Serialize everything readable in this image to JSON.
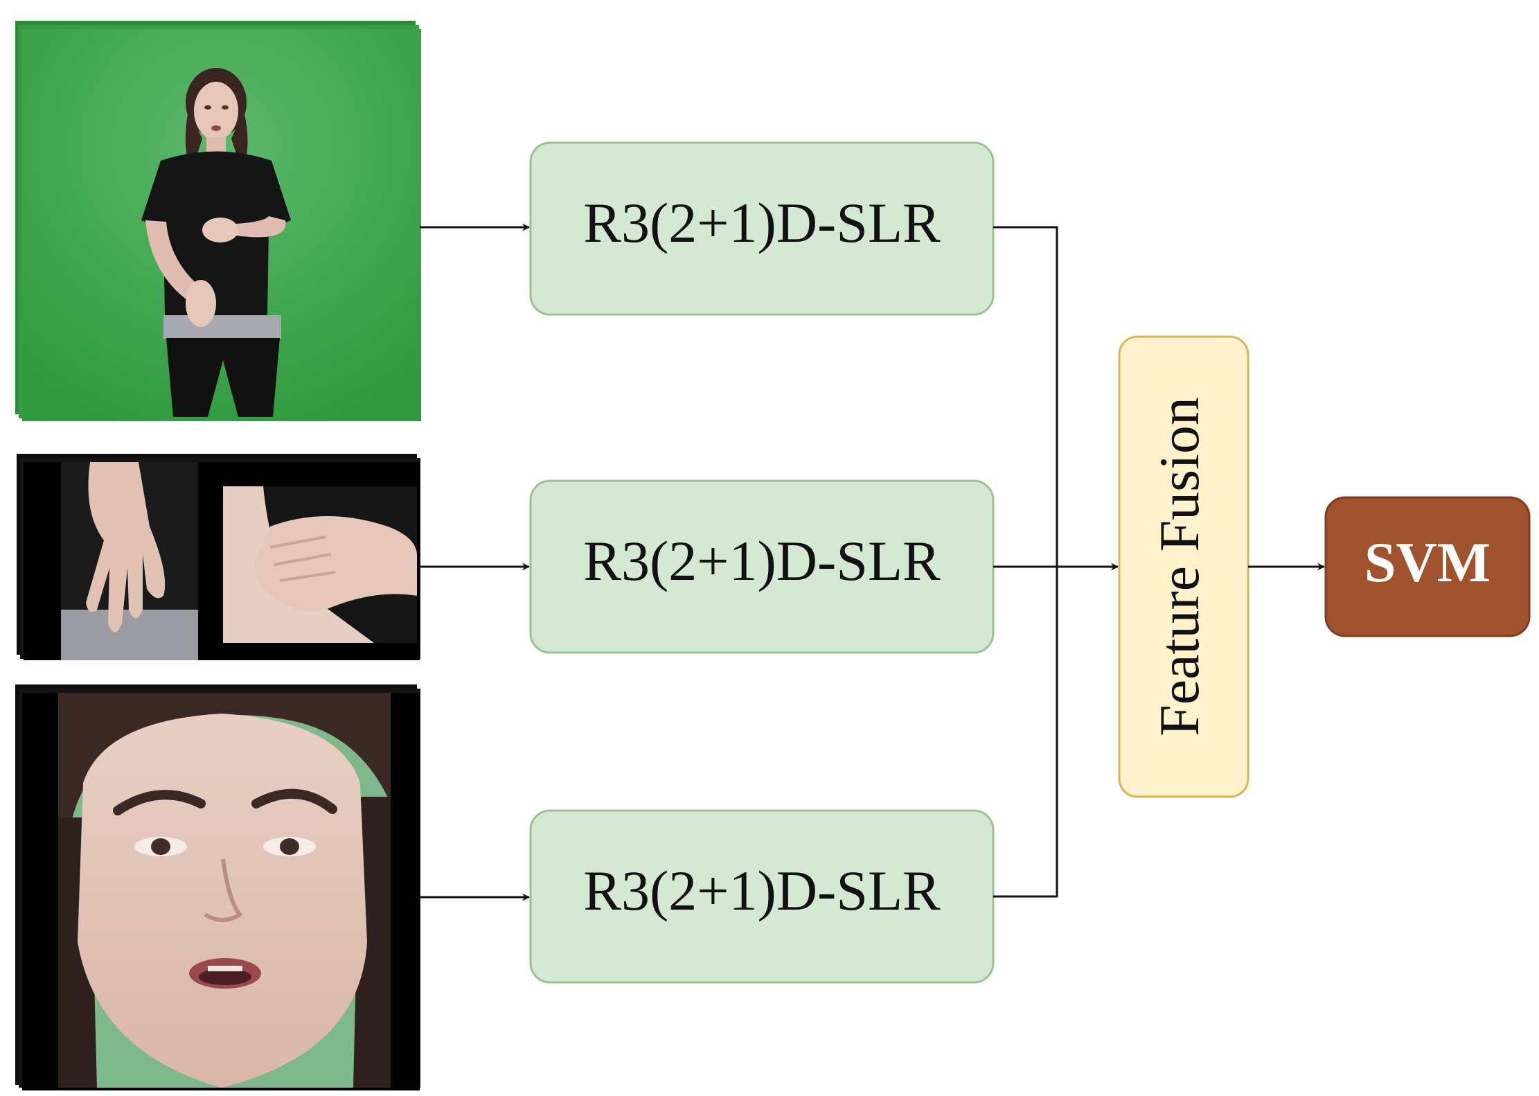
{
  "nodes": {
    "slr_top": {
      "label": "R3(2+1)D-SLR"
    },
    "slr_middle": {
      "label": "R3(2+1)D-SLR"
    },
    "slr_bottom": {
      "label": "R3(2+1)D-SLR"
    },
    "fusion": {
      "label": "Feature Fusion"
    },
    "svm": {
      "label": "SVM"
    }
  },
  "inputs": [
    {
      "kind": "full-body-frames",
      "icon": "signer-full-body-frames"
    },
    {
      "kind": "hand-crop-frames",
      "icon": "hand-crops-frames"
    },
    {
      "kind": "face-crop-frames",
      "icon": "face-crop-frames"
    }
  ],
  "colors": {
    "slr_fill": "#d5e8d4",
    "slr_stroke": "#9cc08f",
    "fusion_fill": "#fff2cc",
    "fusion_stroke": "#d6b656",
    "svm_fill": "#a0522d",
    "svm_stroke": "#7a3d1f",
    "green_screen": "#3ea04a",
    "arrow": "#111111"
  }
}
